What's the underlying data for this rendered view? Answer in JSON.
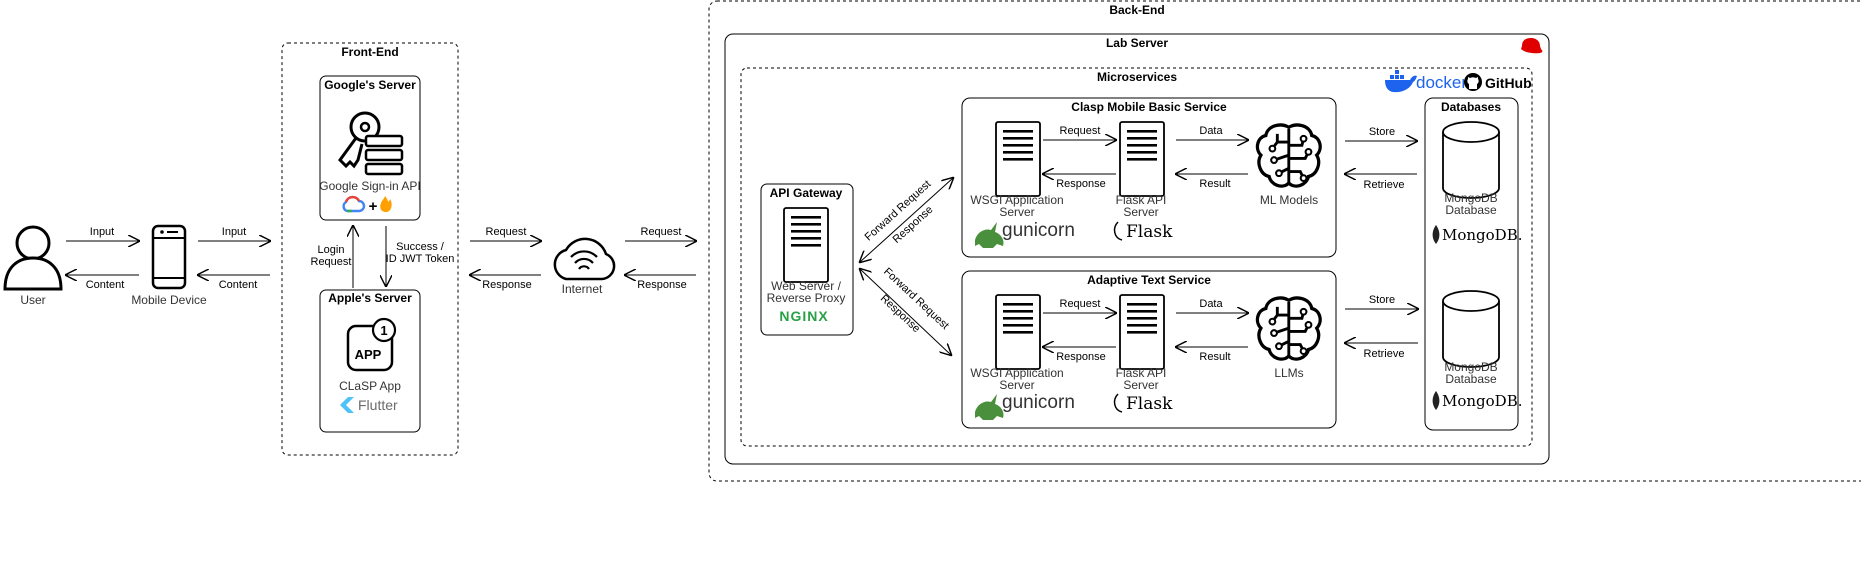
{
  "user": "User",
  "mobile_device": "Mobile Device",
  "edges": {
    "input": "Input",
    "content": "Content",
    "request": "Request",
    "response": "Response",
    "login_request_1": "Login",
    "login_request_2": "Request",
    "success_1": "Success /",
    "success_2": "ID JWT Token",
    "forward_request": "Forward Request",
    "data": "Data",
    "result": "Result",
    "store": "Store",
    "retrieve": "Retrieve"
  },
  "frontend": {
    "title": "Front-End",
    "google": {
      "title": "Google's Server",
      "api": "Google Sign-in API"
    },
    "apple": {
      "title": "Apple's Server",
      "app_icon": "APP",
      "badge": "1",
      "app": "CLaSP App",
      "flutter": "Flutter"
    }
  },
  "internet": "Internet",
  "backend": {
    "title": "Back-End",
    "lab_server": "Lab Server",
    "microservices": "Microservices",
    "docker": "docker",
    "github": "GitHub",
    "gateway": {
      "title": "API Gateway",
      "line1": "Web Server /",
      "line2": "Reverse Proxy",
      "nginx": "NGINX"
    },
    "clasp": {
      "title": "Clasp Mobile Basic Service",
      "wsgi_1": "WSGI Application",
      "wsgi_2": "Server",
      "flask_1": "Flask API",
      "flask_2": "Server",
      "models": "ML Models",
      "gunicorn": "gunicorn",
      "flask": "Flask"
    },
    "adaptive": {
      "title": "Adaptive Text Service",
      "wsgi_1": "WSGI Application",
      "wsgi_2": "Server",
      "flask_1": "Flask API",
      "flask_2": "Server",
      "models": "LLMs",
      "gunicorn": "gunicorn",
      "flask": "Flask"
    },
    "databases": {
      "title": "Databases",
      "db1_1": "MongoDB",
      "db1_2": "Database",
      "db2_1": "MongoDB",
      "db2_2": "Database",
      "mongo": "MongoDB."
    }
  },
  "colors": {
    "nginx": "#2aa147",
    "gunicorn": "#4a8f3c",
    "mongo_leaf": "#222222",
    "docker": "#1d63ed",
    "redhat": "#e00000",
    "flutter": "#4fc3f7",
    "firebase": "#ffa000",
    "gcloud_blue": "#4285f4",
    "gcloud_red": "#ea4335",
    "gcloud_green": "#34a853"
  },
  "icons": [
    "user-icon",
    "mobile-phone-icon",
    "key-server-icon",
    "google-cloud-icon",
    "firebase-icon",
    "app-icon",
    "flutter-icon",
    "cloud-wifi-icon",
    "server-icon",
    "brain-circuit-icon",
    "database-cylinder-icon",
    "docker-icon",
    "github-icon",
    "redhat-icon",
    "nginx-logo",
    "gunicorn-logo",
    "flask-logo",
    "mongodb-logo"
  ]
}
